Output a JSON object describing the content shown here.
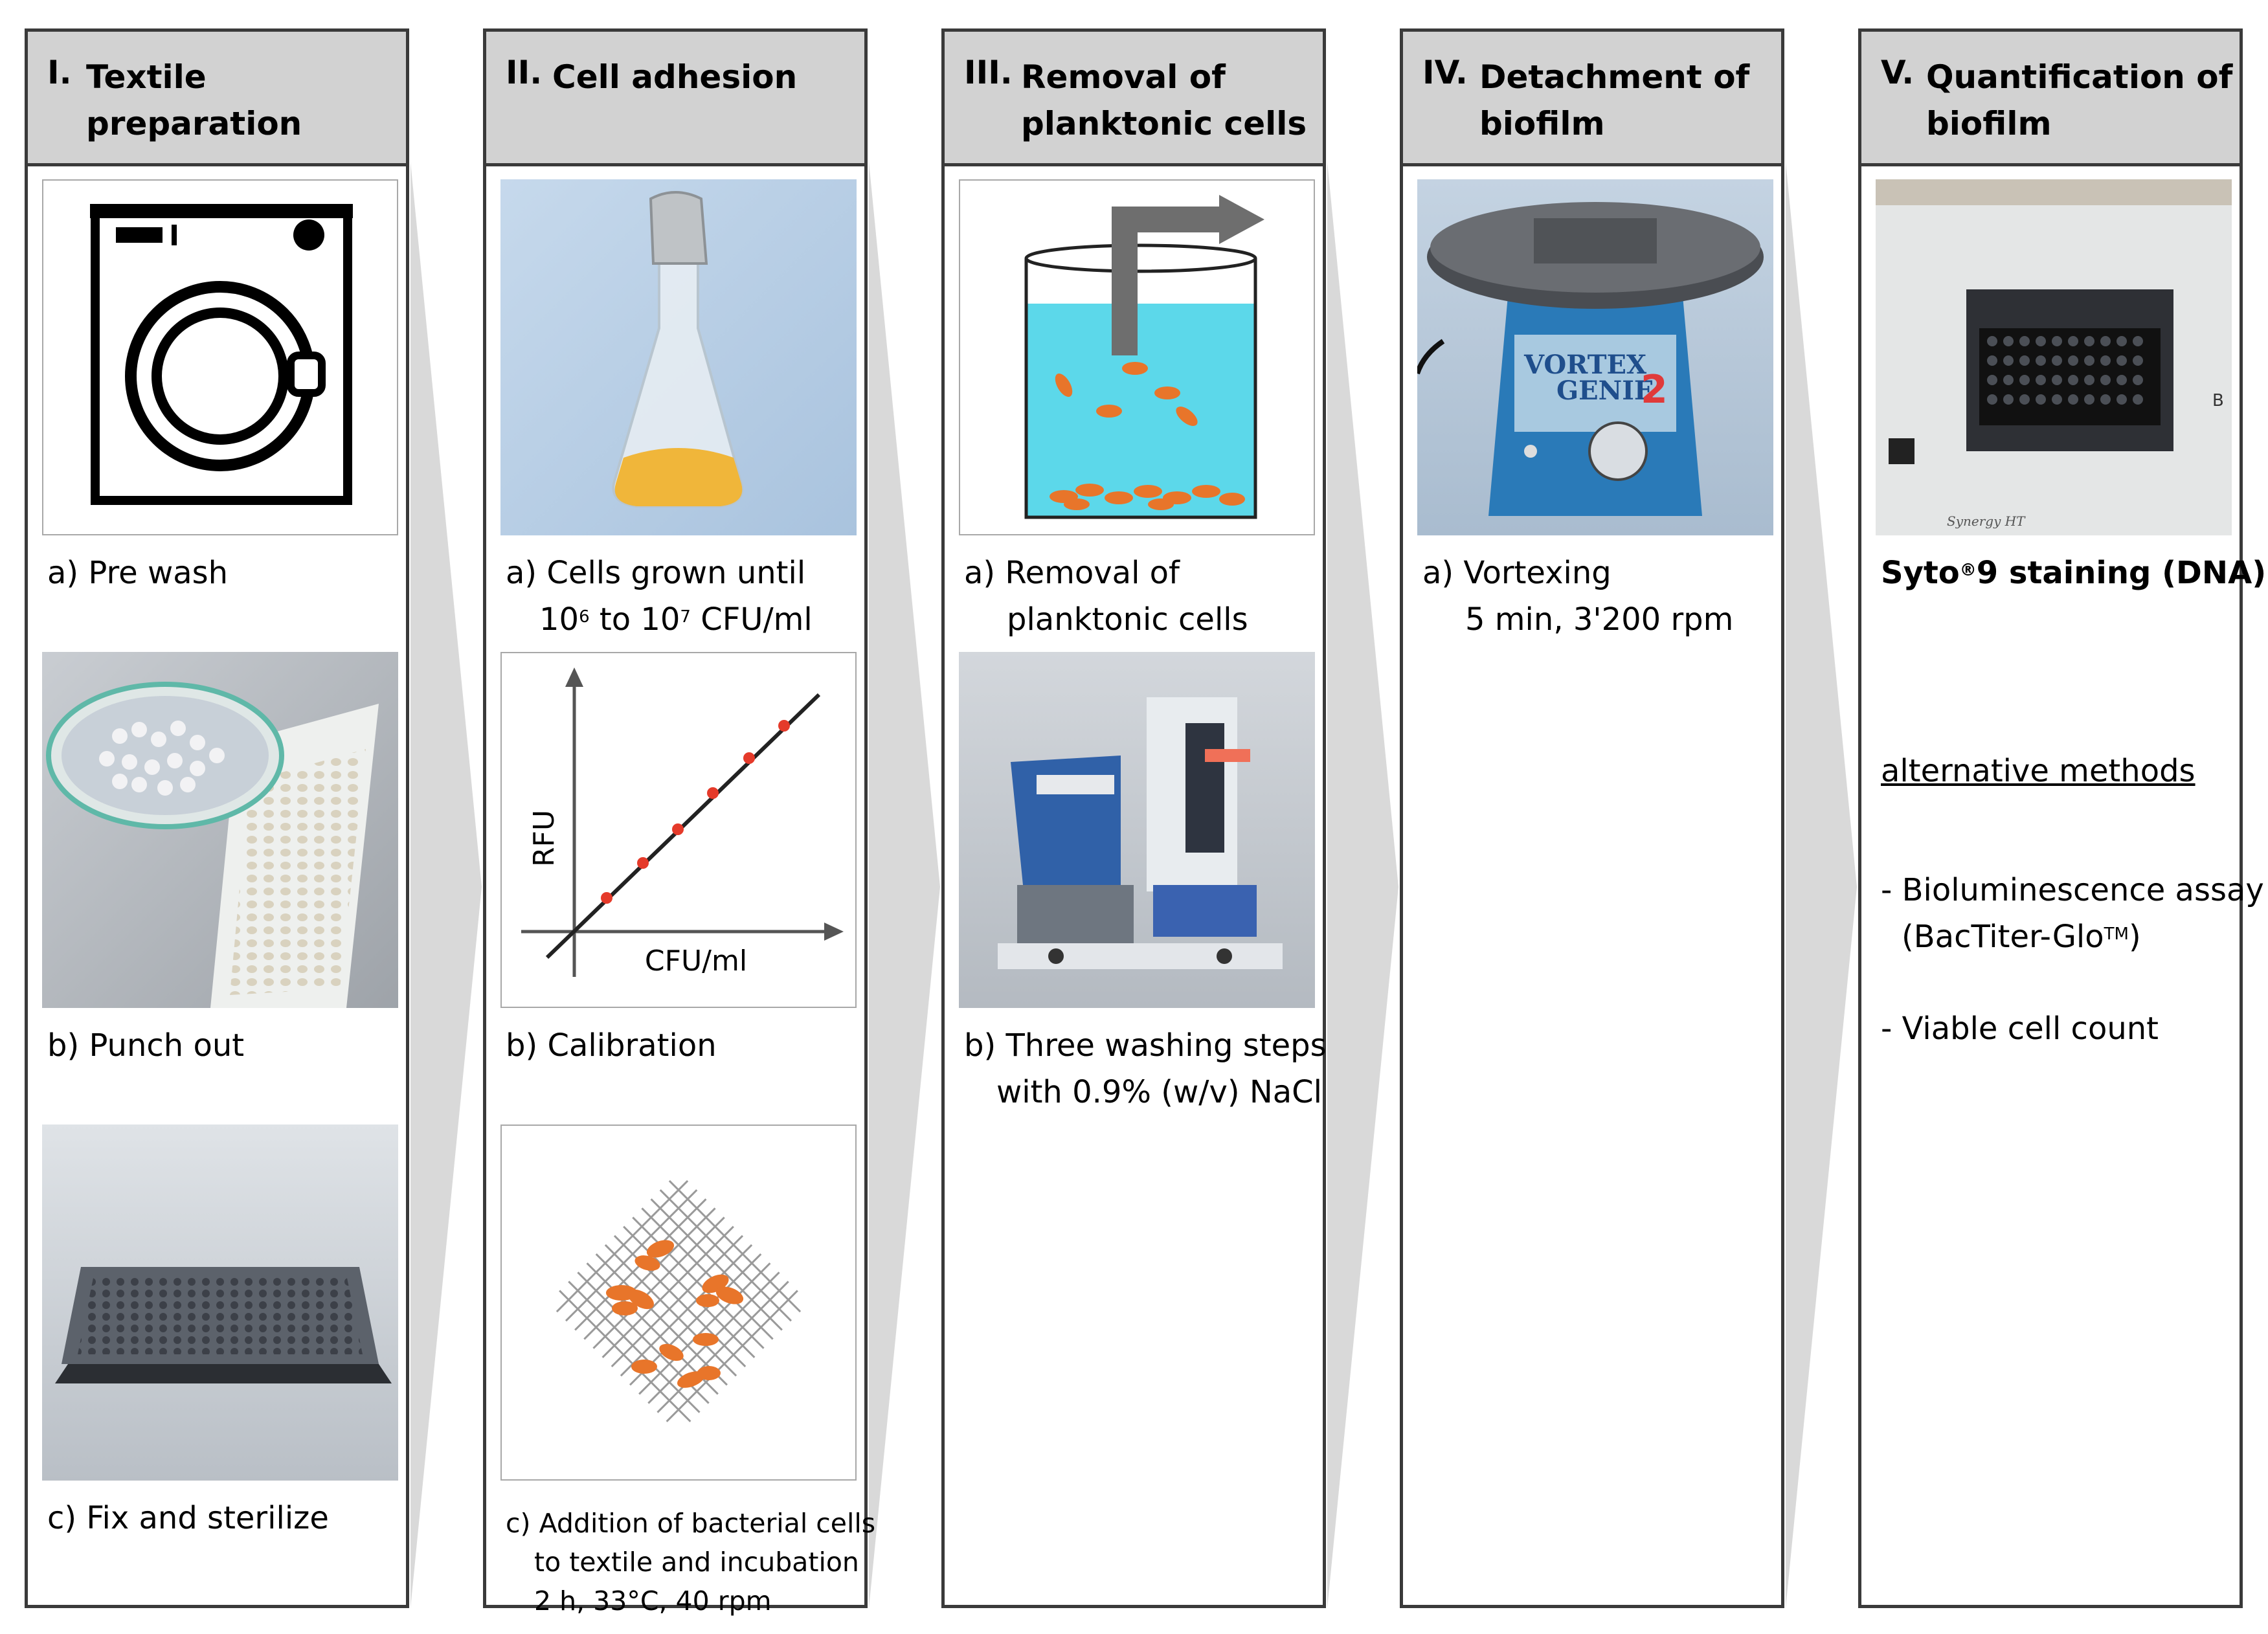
{
  "columns": [
    {
      "number": "I.",
      "title": "Textile preparation",
      "steps": [
        {
          "label": "a) Pre wash",
          "image": "washing-machine-icon"
        },
        {
          "label": "b) Punch out",
          "image": "punched-textile-discs-photo"
        },
        {
          "label": "c) Fix and sterilize",
          "image": "microtiter-plate-photo"
        }
      ]
    },
    {
      "number": "II.",
      "title": "Cell adhesion",
      "steps": [
        {
          "label_line1": "a) Cells grown until",
          "label_line2_pre": "10",
          "exp1": "6",
          "label_line2_mid": " to 10",
          "exp2": "7",
          "label_line2_post": " CFU/ml",
          "image": "culture-flask-photo"
        },
        {
          "label": "b)  Calibration",
          "image": "calibration-plot",
          "plot": {
            "y_axis_label": "RFU",
            "x_axis_label": "CFU/ml"
          }
        },
        {
          "label_lines": [
            "c) Addition of bacterial cells",
            "to textile and incubation",
            "2 h, 33°C, 40 rpm"
          ],
          "image": "textile-mesh-with-bacteria"
        }
      ]
    },
    {
      "number": "III.",
      "title": "Removal of planktonic cells",
      "title_lines": [
        "Removal of",
        "planktonic cells"
      ],
      "steps": [
        {
          "label_lines": [
            "a) Removal of",
            "planktonic cells"
          ],
          "image": "beaker-removal-diagram"
        },
        {
          "label_lines": [
            "b) Three washing steps",
            "with 0.9% (w/v) NaCl"
          ],
          "image": "plate-washer-photo"
        }
      ]
    },
    {
      "number": "IV.",
      "title": "Detachment of biofilm",
      "title_lines": [
        "Detachment of",
        "biofilm"
      ],
      "steps": [
        {
          "label_lines": [
            "a) Vortexing",
            "5 min, 3'200 rpm"
          ],
          "image": "vortex-mixer-photo",
          "device_text": {
            "brand1": "VORTEX",
            "brand2": "GENIE",
            "model": "2"
          }
        }
      ]
    },
    {
      "number": "V.",
      "title": "Quantification of biofilm",
      "title_lines": [
        "Quantification of",
        "biofilm"
      ],
      "steps": [
        {
          "label_pre": "Syto",
          "label_reg": "®",
          "label_post": "9 staining (DNA)",
          "image": "plate-reader-photo",
          "device_text": {
            "model": "Synergy HT",
            "brand_fragment": "B"
          }
        }
      ],
      "alternatives": {
        "heading": "alternative methods",
        "items": [
          {
            "line1": "-  Bioluminescence assay",
            "line2_pre": "(BacTiter-Glo",
            "line2_sup": "TM",
            "line2_post": ")"
          },
          {
            "line1": "-  Viable cell count"
          }
        ]
      }
    }
  ],
  "colors": {
    "header_fill": "#d2d2d2",
    "border": "#3a3a3a",
    "chevron": "#d9d9d9",
    "water": "#5cd8ea",
    "cell": "#e8752a",
    "point": "#e53a2a",
    "vortex_blue": "#2a7ab8"
  }
}
